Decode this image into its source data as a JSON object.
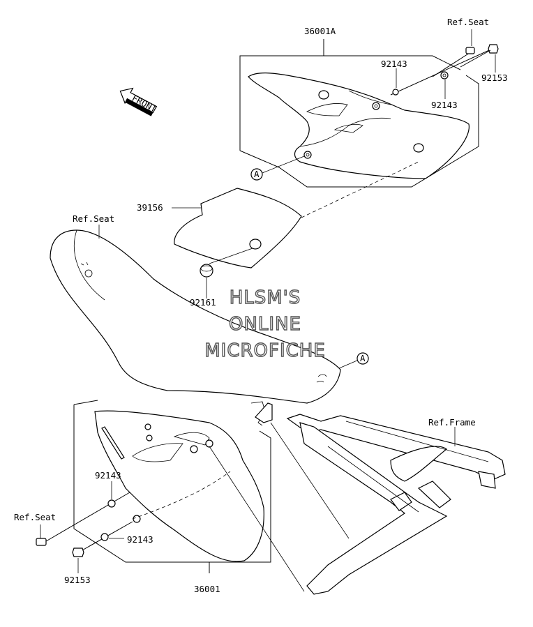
{
  "labels": {
    "p36001a": "36001A",
    "ref_seat_top": "Ref.Seat",
    "p92153_top": "92153",
    "p92143_top_a": "92143",
    "p92143_top_b": "92143",
    "p39156": "39156",
    "ref_seat_mid": "Ref.Seat",
    "p92161": "92161",
    "ref_frame": "Ref.Frame",
    "p92143_bot_a": "92143",
    "ref_seat_bot": "Ref.Seat",
    "p92143_bot_b": "92143",
    "p92153_bot": "92153",
    "p36001": "36001",
    "callout_a": "A",
    "front": "FRONT"
  },
  "watermark": {
    "line1": "HLSM'S",
    "line2": "ONLINE",
    "line3": "MICROFICHE"
  }
}
